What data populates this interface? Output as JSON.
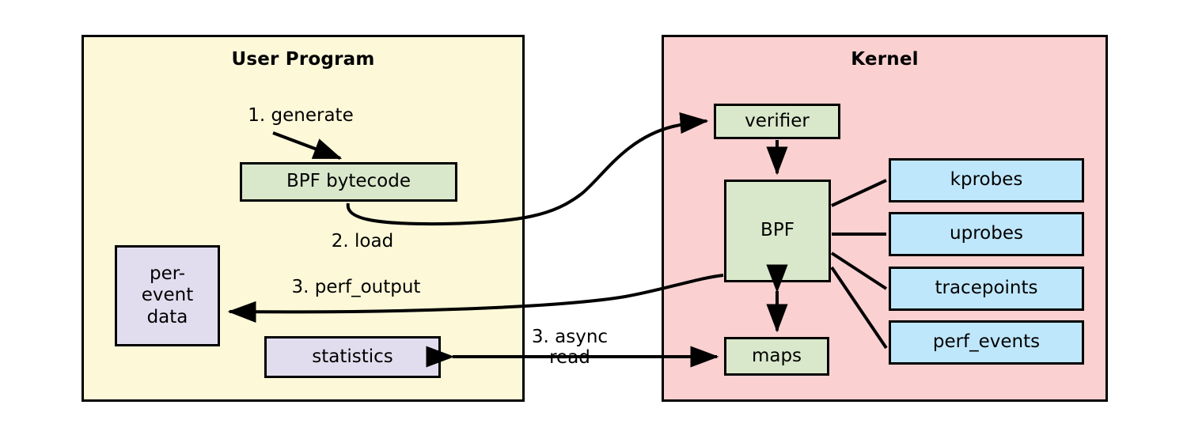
{
  "diagram": {
    "title_user": "User Program",
    "title_kernel": "Kernel",
    "panels": {
      "user": {
        "label": "User Program",
        "fill": "#fcf8d8",
        "border": "#000000"
      },
      "kernel": {
        "label": "Kernel",
        "fill": "#fbd0d0",
        "border": "#000000"
      }
    },
    "nodes": {
      "bpf_bytecode": {
        "label": "BPF bytecode",
        "fill": "#d9e8cb"
      },
      "per_event_data": {
        "label": "per-\nevent\ndata",
        "fill": "#e2ddee"
      },
      "statistics": {
        "label": "statistics",
        "fill": "#e2ddee"
      },
      "verifier": {
        "label": "verifier",
        "fill": "#d9e8cb"
      },
      "bpf": {
        "label": "BPF",
        "fill": "#d9e8cb"
      },
      "maps": {
        "label": "maps",
        "fill": "#d9e8cb"
      },
      "kprobes": {
        "label": "kprobes",
        "fill": "#bfe7fb"
      },
      "uprobes": {
        "label": "uprobes",
        "fill": "#bfe7fb"
      },
      "tracepoints": {
        "label": "tracepoints",
        "fill": "#bfe7fb"
      },
      "perf_events": {
        "label": "perf_events",
        "fill": "#bfe7fb"
      }
    },
    "edges": {
      "generate": {
        "label": "1. generate",
        "from": "user",
        "to": "bpf_bytecode"
      },
      "load": {
        "label": "2. load",
        "from": "bpf_bytecode",
        "to": "verifier"
      },
      "perf_output": {
        "label": "3. perf_output",
        "from": "bpf",
        "to": "per_event_data"
      },
      "async_read": {
        "label": "3. async\nread",
        "from": "statistics",
        "to": "maps"
      }
    }
  }
}
